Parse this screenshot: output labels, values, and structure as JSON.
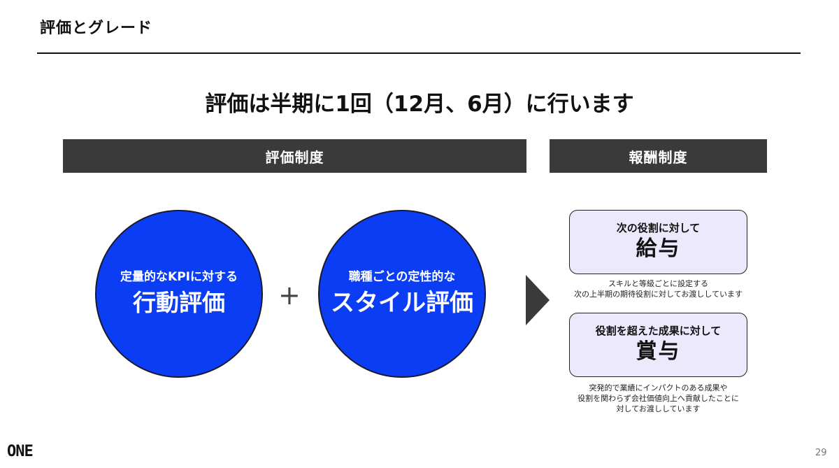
{
  "page": {
    "heading": "評価とグレード",
    "headline": "評価は半期に1回（12月、6月）に行います",
    "page_number": "29",
    "logo_text": "ONE"
  },
  "evaluation": {
    "bar_label": "評価制度",
    "circle_1": {
      "small": "定量的なKPIに対する",
      "big": "行動評価"
    },
    "plus": "+",
    "circle_2": {
      "small": "職種ごとの定性的な",
      "big": "スタイル評価"
    }
  },
  "reward": {
    "bar_label": "報酬制度",
    "card_1": {
      "sub": "次の役割に対して",
      "main": "給与",
      "note": [
        "スキルと等級ごとに設定する",
        "次の上半期の期待役割に対してお渡ししています"
      ]
    },
    "card_2": {
      "sub": "役割を超えた成果に対して",
      "main": "賞与",
      "note": [
        "突発的で業績にインパクトのある成果や",
        "役割を関わらず会社価値向上へ貢献したことに",
        "対してお渡ししています"
      ]
    }
  },
  "colors": {
    "circle": "#0b3df5",
    "bar": "#3a3a3a",
    "card": "#ebe9fb"
  }
}
